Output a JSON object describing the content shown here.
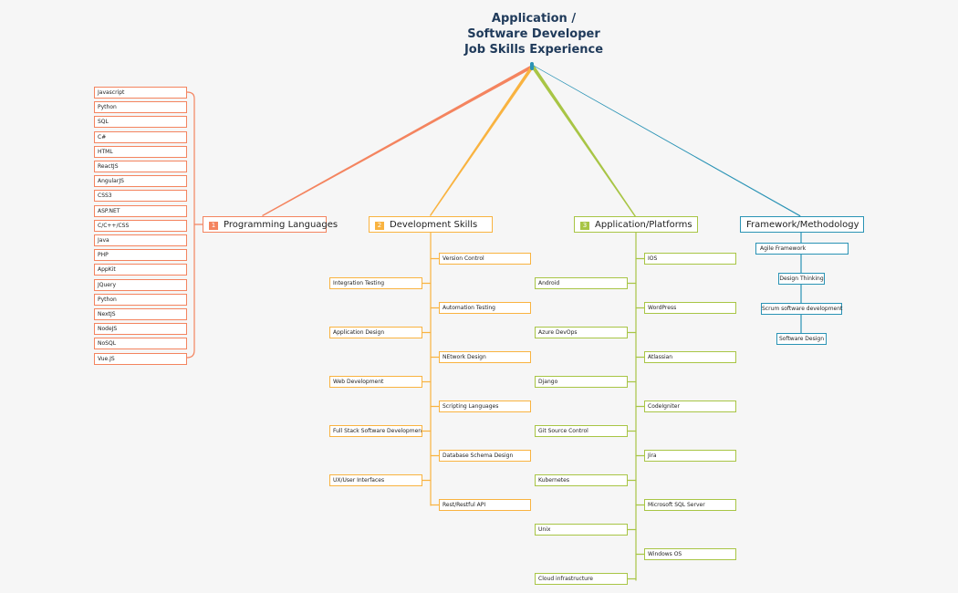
{
  "title": {
    "lines": [
      "Application /",
      "Software Developer",
      "Job Skills Experience"
    ]
  },
  "colors": {
    "programming": "#f4845f",
    "development": "#f9b340",
    "platforms": "#a8c545",
    "framework": "#2a93b5",
    "title": "#1f3a5a",
    "background": "#f6f6f6"
  },
  "branches": {
    "programming": {
      "number": "1",
      "label": "Programming Languages",
      "items": [
        "Javascript",
        "Python",
        "SQL",
        "C#",
        "HTML",
        "ReactJS",
        "AngularJS",
        "CSS3",
        "ASP.NET",
        "C/C++/CSS",
        "Java",
        "PHP",
        "AppKit",
        "JQuery",
        "Python",
        "NextJS",
        "NodeJS",
        "NoSQL",
        "Vue.JS"
      ]
    },
    "development": {
      "number": "2",
      "label": "Development Skills",
      "right_items": [
        "Version Control",
        "Automation Testing",
        "NEtwork Design",
        "Scripting Languages",
        "Database Schema Design",
        "Rest/Restful API"
      ],
      "left_items": [
        "Integration Testing",
        "Application Design",
        "Web Development",
        "Full Stack Software Development",
        "UX/User Interfaces"
      ]
    },
    "platforms": {
      "number": "3",
      "label": "Application/Platforms",
      "right_items": [
        "IOS",
        "WordPress",
        "Atlassian",
        "CodeIgniter",
        "Jira",
        "Microsoft SQL Server",
        "Windows OS"
      ],
      "left_items": [
        "Android",
        "Azure DevOps",
        "Django",
        "Git Source Control",
        "Kubernetes",
        "Unix",
        "Cloud infrastructure"
      ]
    },
    "framework": {
      "label": "Framework/Methodology",
      "items": [
        "Agile Framework",
        "Design Thinking",
        "Scrum software development",
        "Software Design"
      ]
    }
  }
}
